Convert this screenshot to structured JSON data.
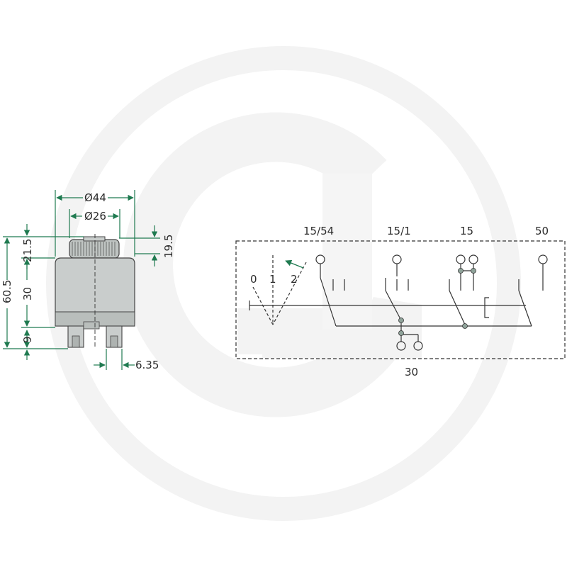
{
  "colors": {
    "dimension": "#1f7a50",
    "line": "#333333",
    "body_fill": "#c9cdcc",
    "body_shade": "#aeb3b1",
    "node": "#8fa39a",
    "watermark": "#f2f2f2"
  },
  "watermark": {
    "icon": "granit-g-logo-icon"
  },
  "switch_drawing": {
    "dimensions": {
      "outer_diameter": "Ø44",
      "inner_diameter": "Ø26",
      "cap_height": "21.5",
      "total_height": "60.5",
      "body_height": "30",
      "terminal_length": "9",
      "side_height": "19.5",
      "terminal_width": "6.35"
    }
  },
  "circuit": {
    "terminals": {
      "t1554": "15/54",
      "t151": "15/1",
      "t15": "15",
      "t50": "50",
      "t30": "30"
    },
    "positions": {
      "p0": "0",
      "p1": "1",
      "p2": "2"
    }
  }
}
